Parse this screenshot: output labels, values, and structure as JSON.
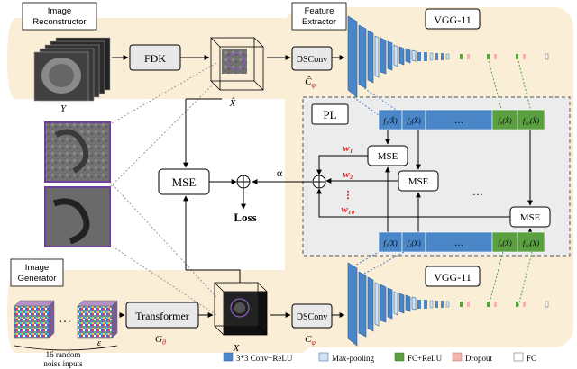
{
  "colors": {
    "bg_band": "#fbeed6",
    "cnn_blue": "#4a86c8",
    "fc_green": "#5aa040",
    "dropout_pink": "#f2b3ae",
    "maxpool_light": "#cfe3f4",
    "red_text": "#d41e1e",
    "arrow": "#000000",
    "pl_border": "#555555",
    "purple_border": "#7040a0"
  },
  "reconstructor": {
    "title_line1": "Image",
    "title_line2": "Reconstructor",
    "input_label": "Y",
    "fdk_label": "FDK",
    "recon_label": "X̂"
  },
  "extractor": {
    "title_line1": "Feature",
    "title_line2": "Extractor",
    "dsconv_top_label": "DSConv",
    "dsconv_top_sub": "Ĉ",
    "dsconv_top_sub_subscript": "φ",
    "vgg_top": "VGG-11",
    "vgg_bottom": "VGG-11"
  },
  "pl": {
    "label": "PL",
    "top_features": [
      "f₁(X̂)",
      "f₂(X̂)",
      "…",
      "f₉(X̂)",
      "f₁₀(X̂)"
    ],
    "bottom_features": [
      "f₁(X)",
      "f₂(X)",
      "…",
      "f₉(X)",
      "f₁₀(X)"
    ],
    "mse_label": "MSE",
    "weights": [
      "w₁",
      "w₂",
      "⋮",
      "w₁₀"
    ],
    "dots": "…"
  },
  "center": {
    "mse_label": "MSE",
    "alpha": "α",
    "loss": "Loss"
  },
  "generator": {
    "title_line1": "Image",
    "title_line2": "Generator",
    "dots": "…",
    "epsilon": "ε",
    "noise_caption_line1": "16 random",
    "noise_caption_line2": "noise inputs",
    "transformer_label": "Transformer",
    "transformer_sub": "G",
    "transformer_sub_subscript": "θ",
    "output_label": "X",
    "dsconv_bottom_label": "DSConv",
    "dsconv_bottom_sub": "C",
    "dsconv_bottom_sub_subscript": "φ"
  },
  "legend": [
    {
      "label": "3*3 Conv+ReLU",
      "color": "#4a86c8"
    },
    {
      "label": "Max-pooling",
      "color": "#cfe3f4"
    },
    {
      "label": "FC+ReLU",
      "color": "#5aa040"
    },
    {
      "label": "Dropout",
      "color": "#f2b3ae"
    },
    {
      "label": "FC",
      "color": "#ffffff"
    }
  ]
}
